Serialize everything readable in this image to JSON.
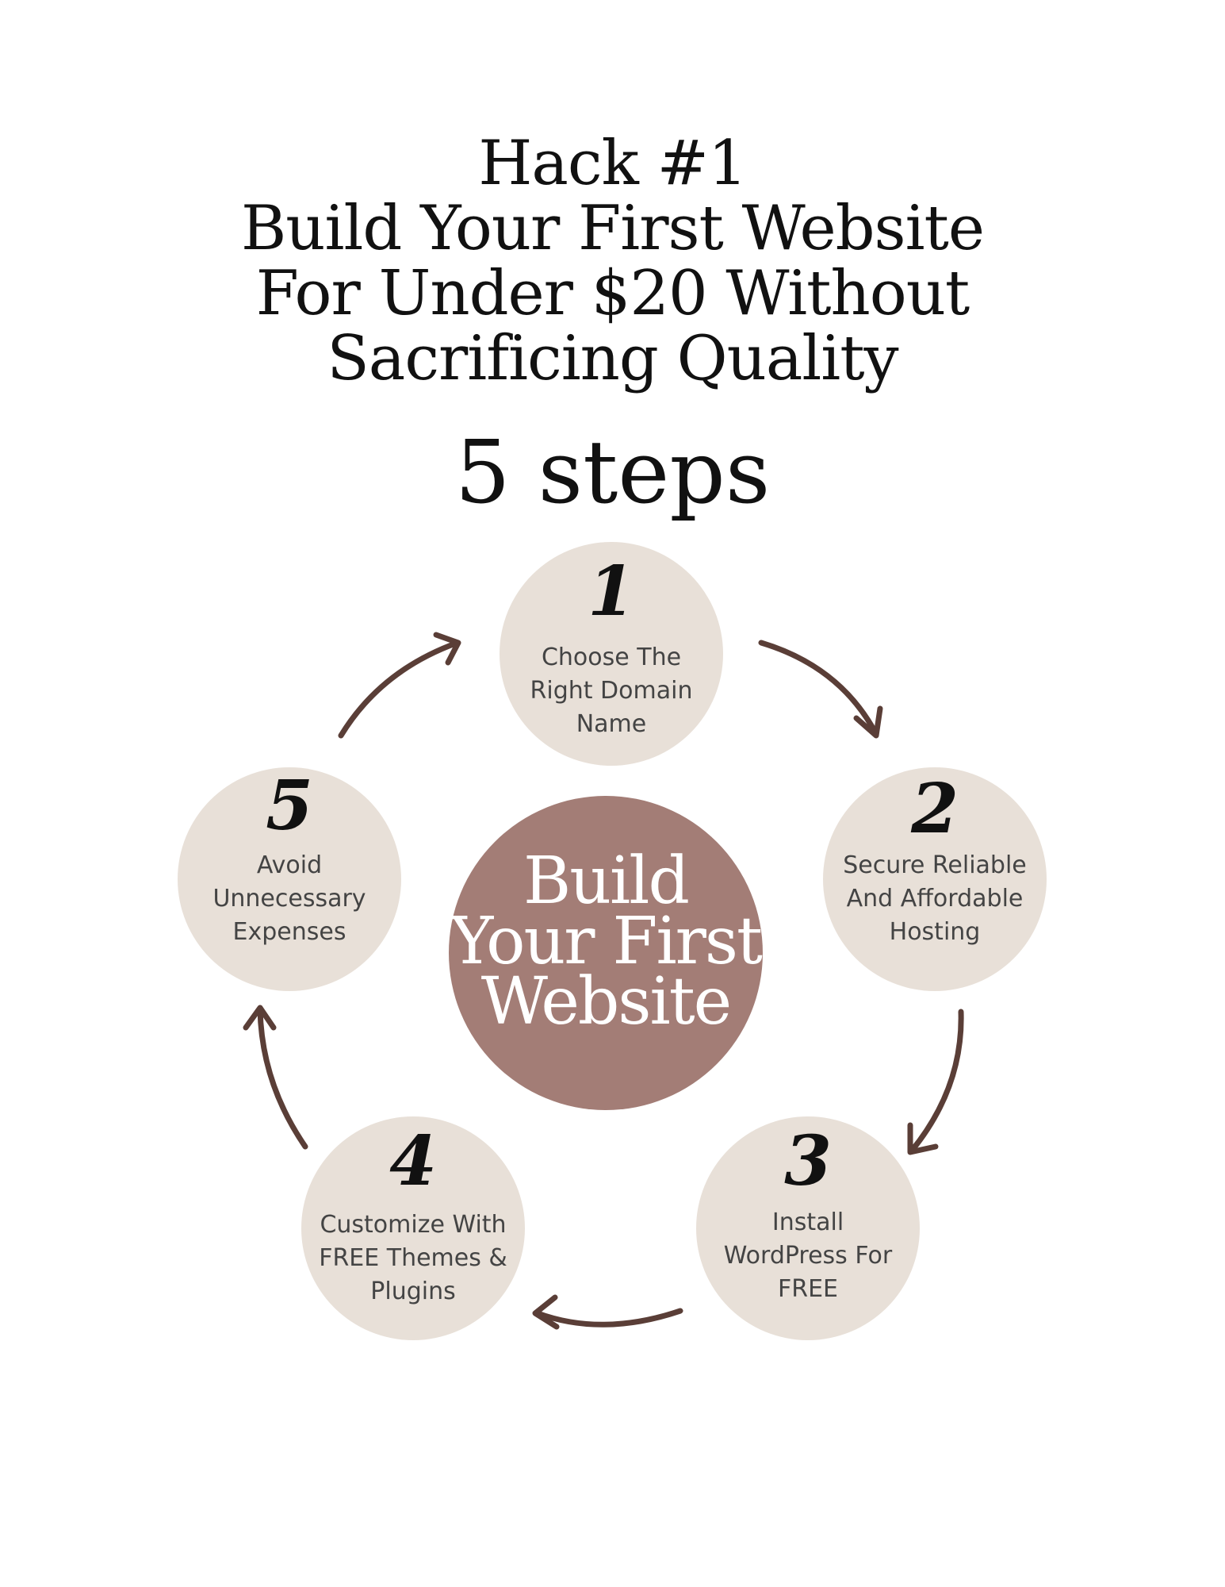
{
  "title": {
    "line1": "Hack #1",
    "line2": "Build Your First Website",
    "line3": "For Under $20 Without",
    "line4": "Sacrificing Quality"
  },
  "subtitle": "5 steps",
  "center": {
    "line1": "Build",
    "line2": "Your First",
    "line3": "Website"
  },
  "steps": [
    {
      "number": "1",
      "line1": "Choose The",
      "line2": "Right Domain",
      "line3": "Name"
    },
    {
      "number": "2",
      "line1": "Secure Reliable",
      "line2": "And Affordable",
      "line3": "Hosting"
    },
    {
      "number": "3",
      "line1": "Install",
      "line2": "WordPress For",
      "line3": "FREE"
    },
    {
      "number": "4",
      "line1": "Customize With",
      "line2": "FREE Themes &",
      "line3": "Plugins"
    },
    {
      "number": "5",
      "line1": "Avoid",
      "line2": "Unnecessary",
      "line3": "Expenses"
    }
  ],
  "colors": {
    "step_circle": "#e8e0d8",
    "center_circle": "#a37d76",
    "arrow": "#5a3e37"
  }
}
